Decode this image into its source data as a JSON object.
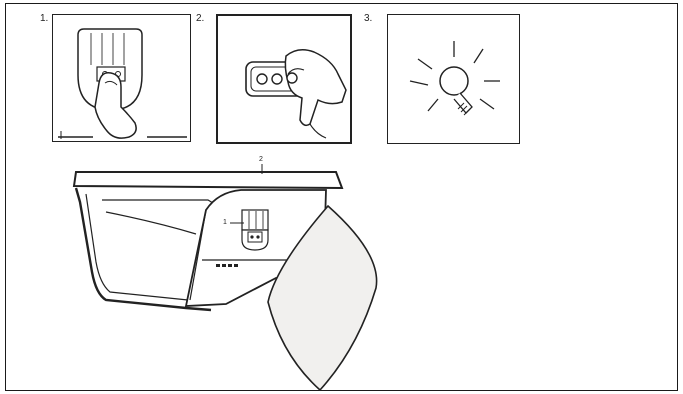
{
  "steps": [
    {
      "number": "1.",
      "icon": "press-learn-button"
    },
    {
      "number": "2.",
      "icon": "remote-control-press"
    },
    {
      "number": "3.",
      "icon": "light-bulb-flash"
    }
  ],
  "opener": {
    "callout_top": "2",
    "callout_side": "1"
  }
}
